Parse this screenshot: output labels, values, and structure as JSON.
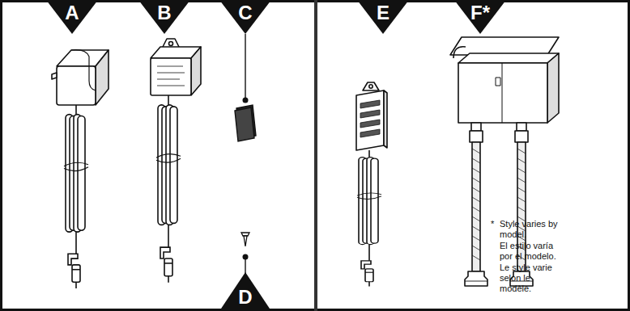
{
  "diagram": {
    "nodes": [
      {
        "text": [
          "A"
        ]
      },
      {
        "text": [
          "B"
        ]
      },
      {
        "text": [
          "C"
        ]
      },
      {
        "text": [
          "D"
        ]
      },
      {
        "text": [
          "E"
        ]
      },
      {
        "text": [
          "F*"
        ]
      }
    ],
    "labels": [
      "*",
      "Style varies by model.",
      "El estilo varía por el modelo.",
      "Le style varie selon le modèle."
    ]
  }
}
